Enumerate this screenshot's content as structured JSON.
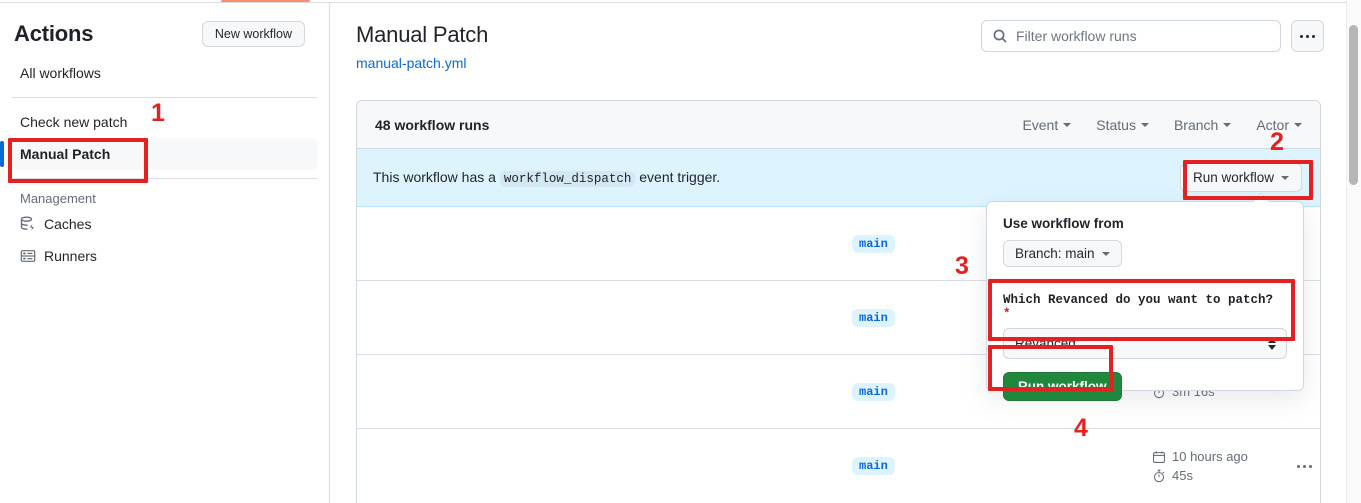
{
  "sidebar": {
    "title": "Actions",
    "new_workflow_label": "New workflow",
    "items": [
      {
        "label": "All workflows",
        "icon": "",
        "selected": false
      },
      {
        "label": "Check new patch",
        "icon": "",
        "selected": false
      },
      {
        "label": "Manual Patch",
        "icon": "",
        "selected": true
      }
    ],
    "group_label": "Management",
    "management_items": [
      {
        "label": "Caches",
        "icon": "cache-icon"
      },
      {
        "label": "Runners",
        "icon": "server-icon"
      }
    ]
  },
  "header": {
    "title": "Manual Patch",
    "subtitle": "manual-patch.yml",
    "search_placeholder": "Filter workflow runs",
    "search_value": "",
    "kebab_label": "..."
  },
  "runs": {
    "count_label": "48 workflow runs",
    "filters": [
      {
        "label": "Event"
      },
      {
        "label": "Status"
      },
      {
        "label": "Branch"
      },
      {
        "label": "Actor"
      }
    ],
    "dispatch_prefix": "This workflow has a",
    "dispatch_code": "workflow_dispatch",
    "dispatch_suffix": "event trigger.",
    "run_workflow_label": "Run workflow",
    "rows": [
      {
        "branch": "main",
        "date": "",
        "duration": ""
      },
      {
        "branch": "main",
        "date": "",
        "duration": ""
      },
      {
        "branch": "main",
        "date": "",
        "duration": "3m 16s"
      },
      {
        "branch": "main",
        "date": "10 hours ago",
        "duration": "45s"
      }
    ]
  },
  "popover": {
    "use_workflow_from_label": "Use workflow from",
    "branch_select_label": "Branch: main",
    "field_label": "Which Revanced do you want to patch?",
    "required_marker": "*",
    "select_value": "Revanced",
    "submit_label": "Run workflow"
  },
  "annotations": [
    {
      "number": "1"
    },
    {
      "number": "2"
    },
    {
      "number": "3"
    },
    {
      "number": "4"
    }
  ],
  "colors": {
    "accent_blue": "#0969da",
    "green": "#1f883d",
    "annotation_red": "#e52020",
    "banner_blue": "#ddf4ff",
    "tab_orange": "#fd8c73"
  }
}
